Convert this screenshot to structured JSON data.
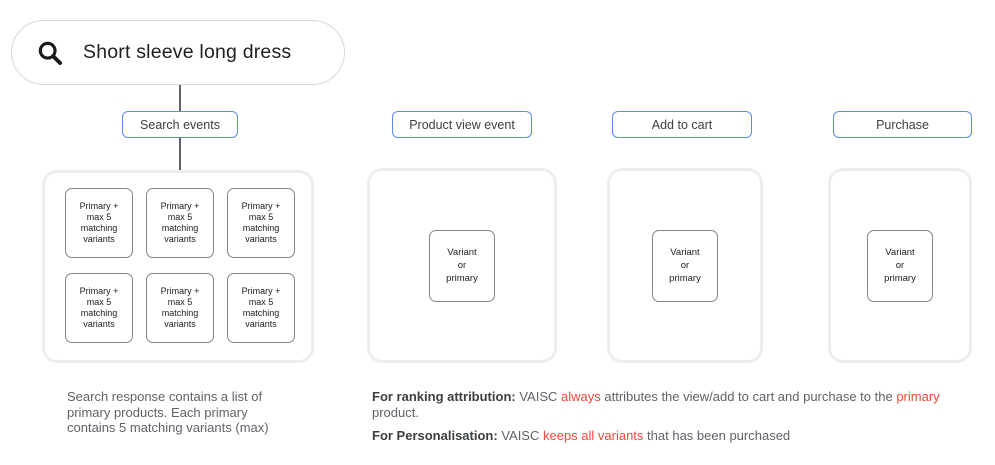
{
  "search_bar": {
    "query": "Short sleeve long dress",
    "icon": "search-icon"
  },
  "event_columns": [
    {
      "label": "Search events",
      "boxes": [
        "Primary +\nmax 5\nmatching\nvariants",
        "Primary +\nmax 5\nmatching\nvariants",
        "Primary +\nmax 5\nmatching\nvariants",
        "Primary +\nmax 5\nmatching\nvariants",
        "Primary +\nmax 5\nmatching\nvariants",
        "Primary +\nmax 5\nmatching\nvariants"
      ]
    },
    {
      "label": "Product view event",
      "boxes": [
        "Variant\nor\nprimary"
      ]
    },
    {
      "label": "Add to cart",
      "boxes": [
        "Variant\nor\nprimary"
      ]
    },
    {
      "label": "Purchase",
      "boxes": [
        "Variant\nor\nprimary"
      ]
    }
  ],
  "footnotes": {
    "search_note": "Search response contains a list of\nprimary products. Each primary\ncontains 5 matching variants (max)",
    "notes": [
      {
        "segments": [
          {
            "text": "For ranking attribution:",
            "color": "#3c4043"
          },
          {
            "text": " VAISC ",
            "color": "#5f6368"
          },
          {
            "text": "always",
            "color": "#f4483b"
          },
          {
            "text": " attributes the view/add to cart and purchase to the ",
            "color": "#5f6368"
          },
          {
            "text": "primary",
            "color": "#f4483b"
          },
          {
            "text": " product.",
            "color": "#5f6368"
          }
        ]
      },
      {
        "segments": [
          {
            "text": "For Personalisation:",
            "color": "#3c4043"
          },
          {
            "text": " VAISC ",
            "color": "#5f6368"
          },
          {
            "text": "keeps all variants",
            "color": "#f4483b"
          },
          {
            "text": " that has been purchased",
            "color": "#5f6368"
          }
        ]
      }
    ]
  },
  "colors": {
    "accent_blue": "#5b8bf0",
    "alert_red": "#f4483b",
    "panel_border": "#eceef1",
    "box_border": "#80868b",
    "pill_border": "#d5d8dc",
    "text_dark": "#202124",
    "text_gray": "#5f6368"
  }
}
